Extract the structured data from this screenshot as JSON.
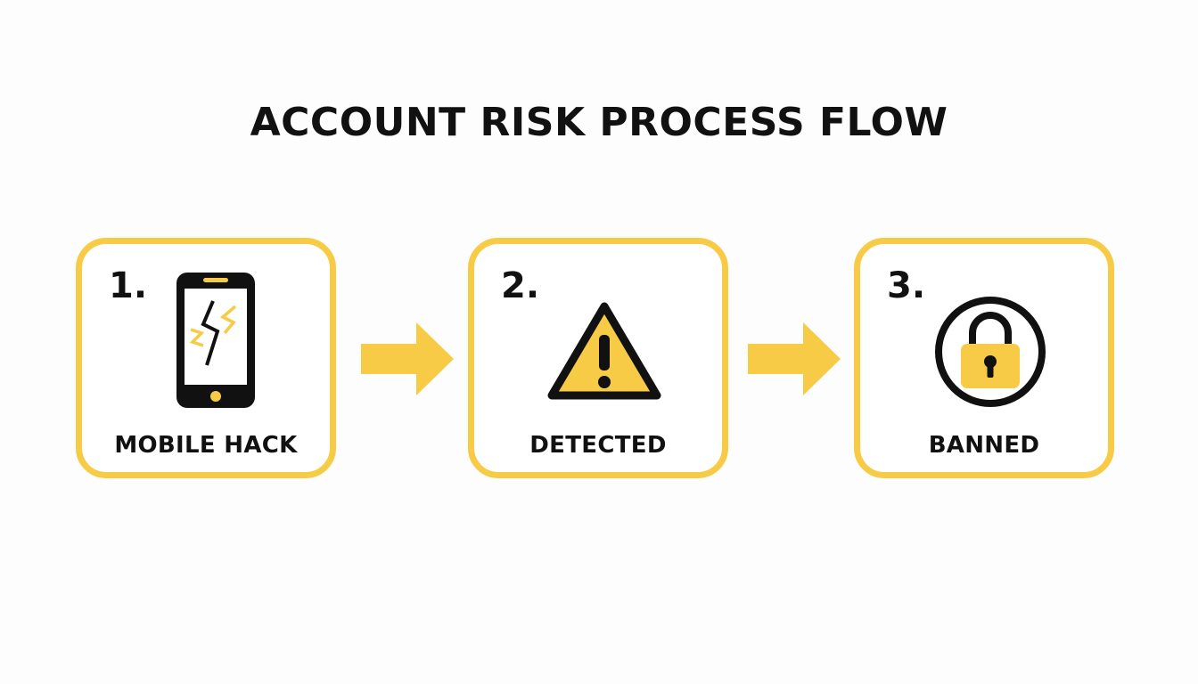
{
  "title": "ACCOUNT RISK PROCESS FLOW",
  "colors": {
    "accent": "#f7cb45",
    "ink": "#111111",
    "background": "#fdfdfd"
  },
  "steps": [
    {
      "number": "1.",
      "label": "MOBILE HACK",
      "icon": "cracked-phone-icon"
    },
    {
      "number": "2.",
      "label": "DETECTED",
      "icon": "warning-icon"
    },
    {
      "number": "3.",
      "label": "BANNED",
      "icon": "lock-icon"
    }
  ]
}
